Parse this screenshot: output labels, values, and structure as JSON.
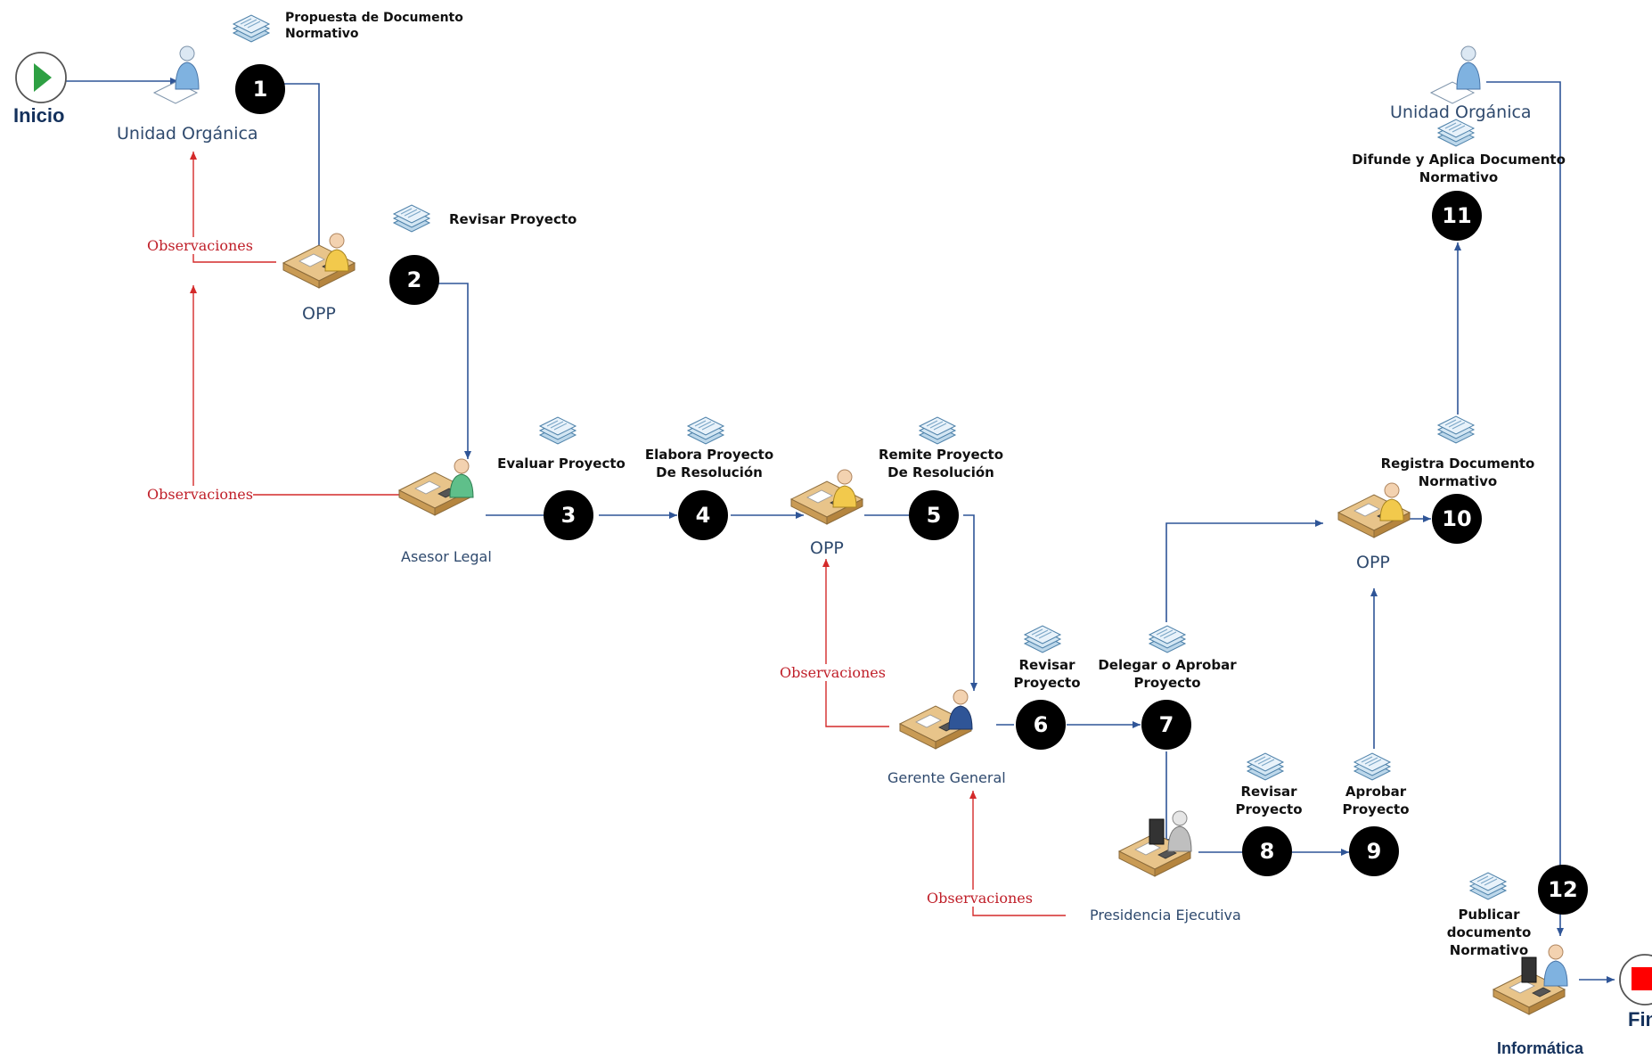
{
  "terminals": {
    "start": "Inicio",
    "end": "Fin"
  },
  "actors": {
    "unidad_organica_1": "Unidad Orgánica",
    "opp_1": "OPP",
    "asesor_legal": "Asesor Legal",
    "opp_2": "OPP",
    "gerente_general": "Gerente General",
    "presidencia_ejecutiva": "Presidencia Ejecutiva",
    "opp_3": "OPP",
    "unidad_organica_2": "Unidad Orgánica",
    "informatica": "Informática"
  },
  "tasks": {
    "t1": "Propuesta de Documento\nNormativo",
    "t2": "Revisar Proyecto",
    "t3": "Evaluar Proyecto",
    "t4": "Elabora Proyecto\nDe Resolución",
    "t5": "Remite Proyecto\nDe Resolución",
    "t6": "Revisar\nProyecto",
    "t7": "Delegar o Aprobar\nProyecto",
    "t8": "Revisar\nProyecto",
    "t9": "Aprobar\nProyecto",
    "t10": "Registra Documento\nNormativo",
    "t11": "Difunde y Aplica Documento\nNormativo",
    "t12": "Publicar\ndocumento\nNormativo"
  },
  "steps": [
    "1",
    "2",
    "3",
    "4",
    "5",
    "6",
    "7",
    "8",
    "9",
    "10",
    "11",
    "12"
  ],
  "observations": {
    "o1": "Observaciones",
    "o2": "Observaciones",
    "o3": "Observaciones",
    "o4": "Observaciones"
  },
  "colors": {
    "flow": "#2f5597",
    "observation": "#d42a2a",
    "step_fill": "#000000",
    "start_fill": "#2ea043",
    "end_fill": "#ff0000"
  }
}
